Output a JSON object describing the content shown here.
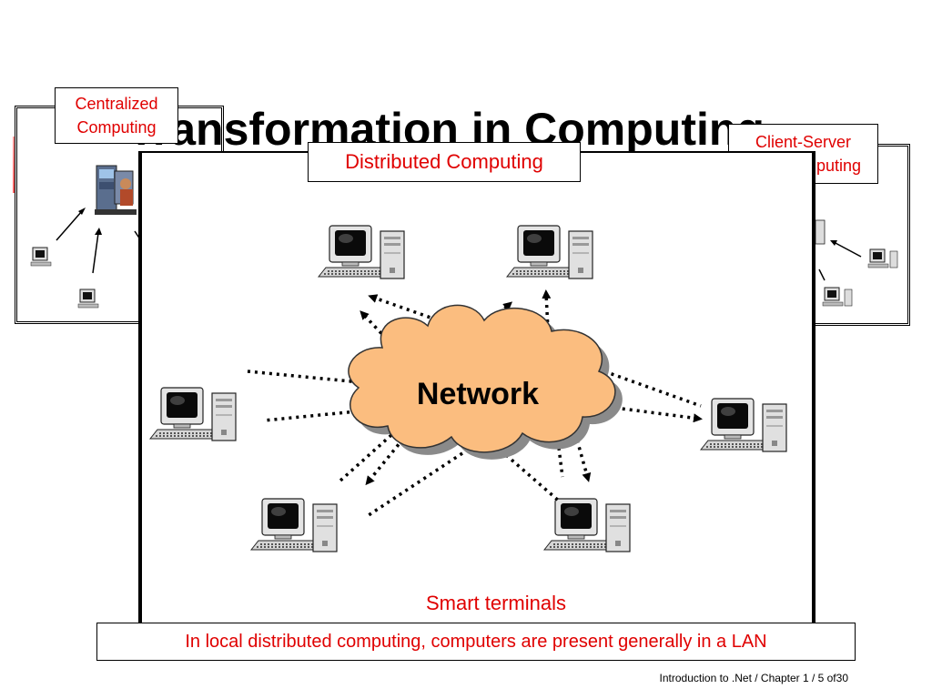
{
  "slide": {
    "title": "Transformation in Computing",
    "footer": "Introduction to .Net / Chapter 1 / 5 of30"
  },
  "labels": {
    "centralized": [
      "Centralized",
      "Computing"
    ],
    "client_server": [
      "Client-Server",
      "Computing"
    ],
    "distributed": "Distributed Computing",
    "network": "Network",
    "smart_terminals": "Smart terminals",
    "caption": "In local distributed computing, computers are present generally in a LAN"
  },
  "colors": {
    "label_red": "#e00000",
    "cloud_fill": "#fbbd7f",
    "cloud_shadow": "#8a8a8a",
    "deco_yellow": "#ffd600",
    "deco_blue": "#2a3ab8",
    "deco_red": "#ff3030"
  },
  "icons": {
    "computer": "desktop-computer-icon",
    "mainframe": "mainframe-operator-icon",
    "terminal": "dumb-terminal-icon"
  }
}
